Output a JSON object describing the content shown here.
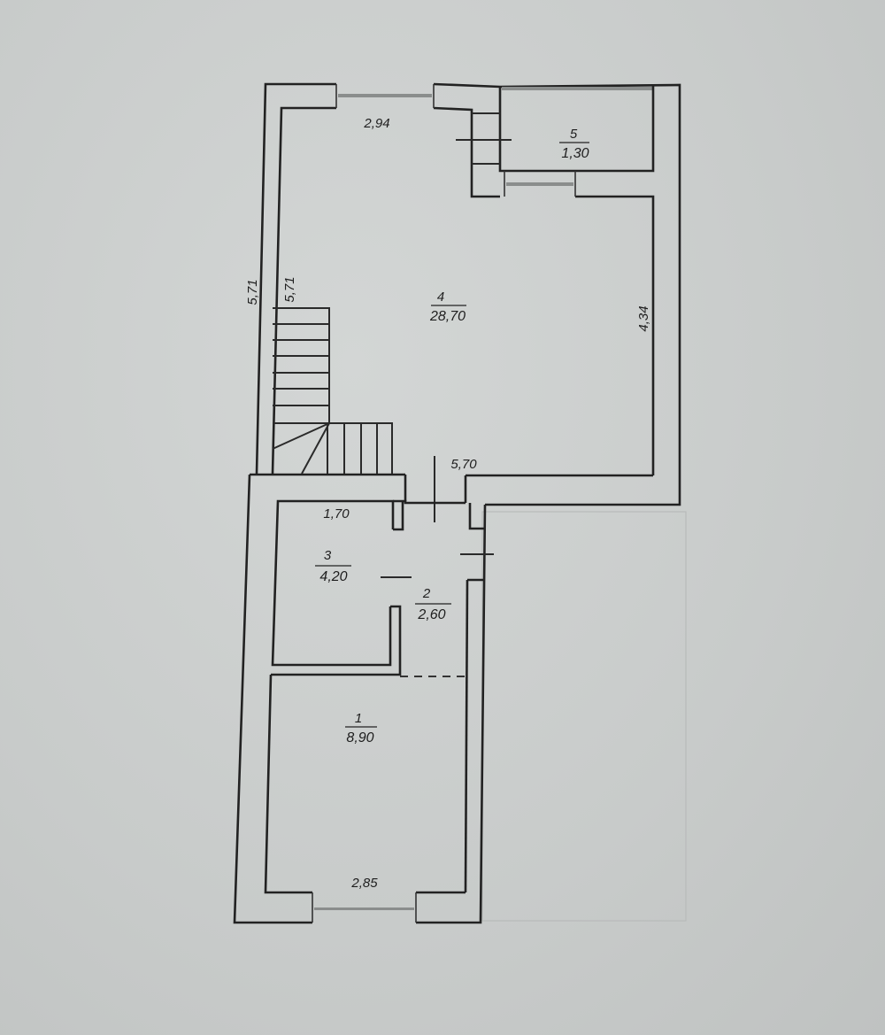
{
  "floor_plan": {
    "rooms": [
      {
        "number": "1",
        "area": "8,90"
      },
      {
        "number": "2",
        "area": "2,60"
      },
      {
        "number": "3",
        "area": "4,20"
      },
      {
        "number": "4",
        "area": "28,70"
      },
      {
        "number": "5",
        "area": "1,30"
      }
    ],
    "dimensions": {
      "top_room4": "2,94",
      "left_outer": "5,71",
      "left_inner": "5,71",
      "right_room4": "4,34",
      "bottom_room4": "5,70",
      "top_room3": "1,70",
      "bottom_room1": "2,85"
    },
    "colors": {
      "paper": "#c9cccb",
      "lines": "#222222"
    }
  }
}
